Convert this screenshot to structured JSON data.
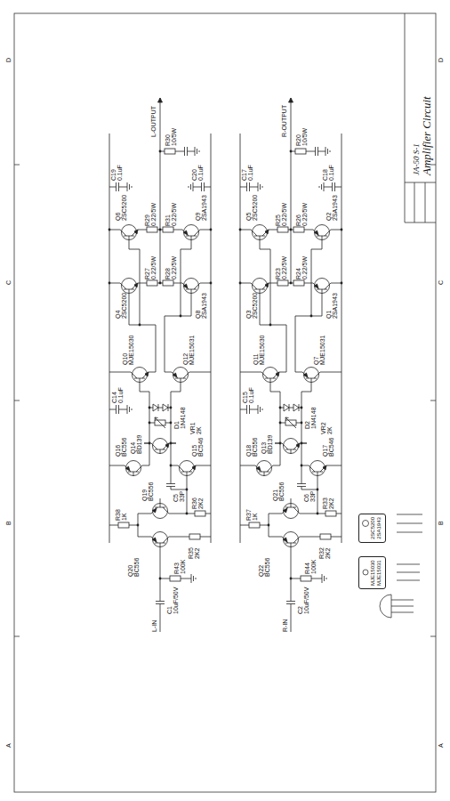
{
  "diagram": {
    "nodes": [
      {
        "text": [
          "JA-50 S-1",
          "Amplifier Circuit"
        ]
      },
      {
        "text": [
          "2SC5200 2SA1943"
        ]
      },
      {
        "text": [
          "MJE15030 MJE15031"
        ]
      }
    ],
    "labels": [
      "L-IN",
      "C1",
      "10uF/50V",
      "R43",
      "100K",
      "R38",
      "1K",
      "Q20",
      "BC556",
      "Q19",
      "BC556",
      "R35",
      "2K2",
      "R36",
      "2K2",
      "Q16",
      "BC556",
      "Q15",
      "BC546",
      "C5",
      "33P",
      "Q14",
      "BD139",
      "D1",
      "1N4148",
      "VR1",
      "2K",
      "C14",
      "0.1uF",
      "Q10",
      "MJE15030",
      "Q12",
      "MJE15031",
      "Q4",
      "2SC5200",
      "Q6",
      "2SC5200",
      "Q8",
      "2SA1943",
      "Q9",
      "2SA1943",
      "R27",
      "0.22/5W",
      "R28",
      "0.22/5W",
      "R29",
      "0.22/5W",
      "R31",
      "0.22/5W",
      "C19",
      "0.1uF",
      "C20",
      "0.1uF",
      "R30",
      "10/5W",
      "L-OUTPUT",
      "R-IN",
      "C2",
      "10uF/50V",
      "R44",
      "100K",
      "R37",
      "1K",
      "Q22",
      "BC556",
      "Q21",
      "BC556",
      "R32",
      "2K2",
      "R33",
      "2K2",
      "Q18",
      "BC556",
      "Q17",
      "BC546",
      "C6",
      "33P",
      "Q13",
      "BD139",
      "D2",
      "1N4148",
      "VR2",
      "2K",
      "C15",
      "0.1uF",
      "Q11",
      "MJE15030",
      "Q7",
      "MJE15031",
      "Q3",
      "2SC5200",
      "Q5",
      "2SC5200",
      "Q1",
      "2SA1943",
      "Q2",
      "2SA1943",
      "R23",
      "0.22/5W",
      "R24",
      "0.22/5W",
      "R25",
      "0.22/5W",
      "R26",
      "0.22/5W",
      "C17",
      "0.1uF",
      "C18",
      "0.1uF",
      "R20",
      "10/5W",
      "R-OUTPUT",
      "D",
      "C",
      "B",
      "A",
      "D",
      "C",
      "B",
      "A"
    ]
  }
}
